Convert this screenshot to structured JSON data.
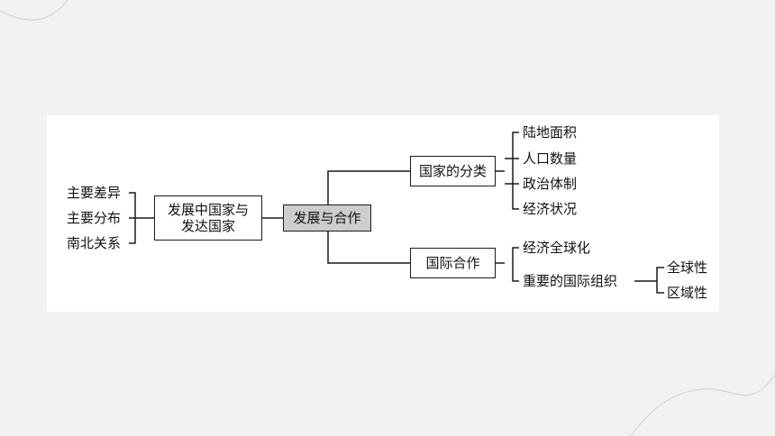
{
  "diagram": {
    "center": "发展与合作",
    "hub": {
      "line1": "发展中国家与",
      "line2": "发达国家"
    },
    "left_items": [
      "主要差异",
      "主要分布",
      "南北关系"
    ],
    "branch_classification": {
      "label": "国家的分类",
      "items": [
        "陆地面积",
        "人口数量",
        "政治体制",
        "经济状况"
      ]
    },
    "branch_cooperation": {
      "label": "国际合作",
      "items": [
        "经济全球化",
        "重要的国际组织"
      ],
      "org_types": [
        "全球性",
        "区域性"
      ]
    }
  },
  "colors": {
    "background": "#f2f2f2",
    "panel": "#ffffff",
    "center_fill": "#cdcdcd",
    "line": "#1a1a1a"
  }
}
